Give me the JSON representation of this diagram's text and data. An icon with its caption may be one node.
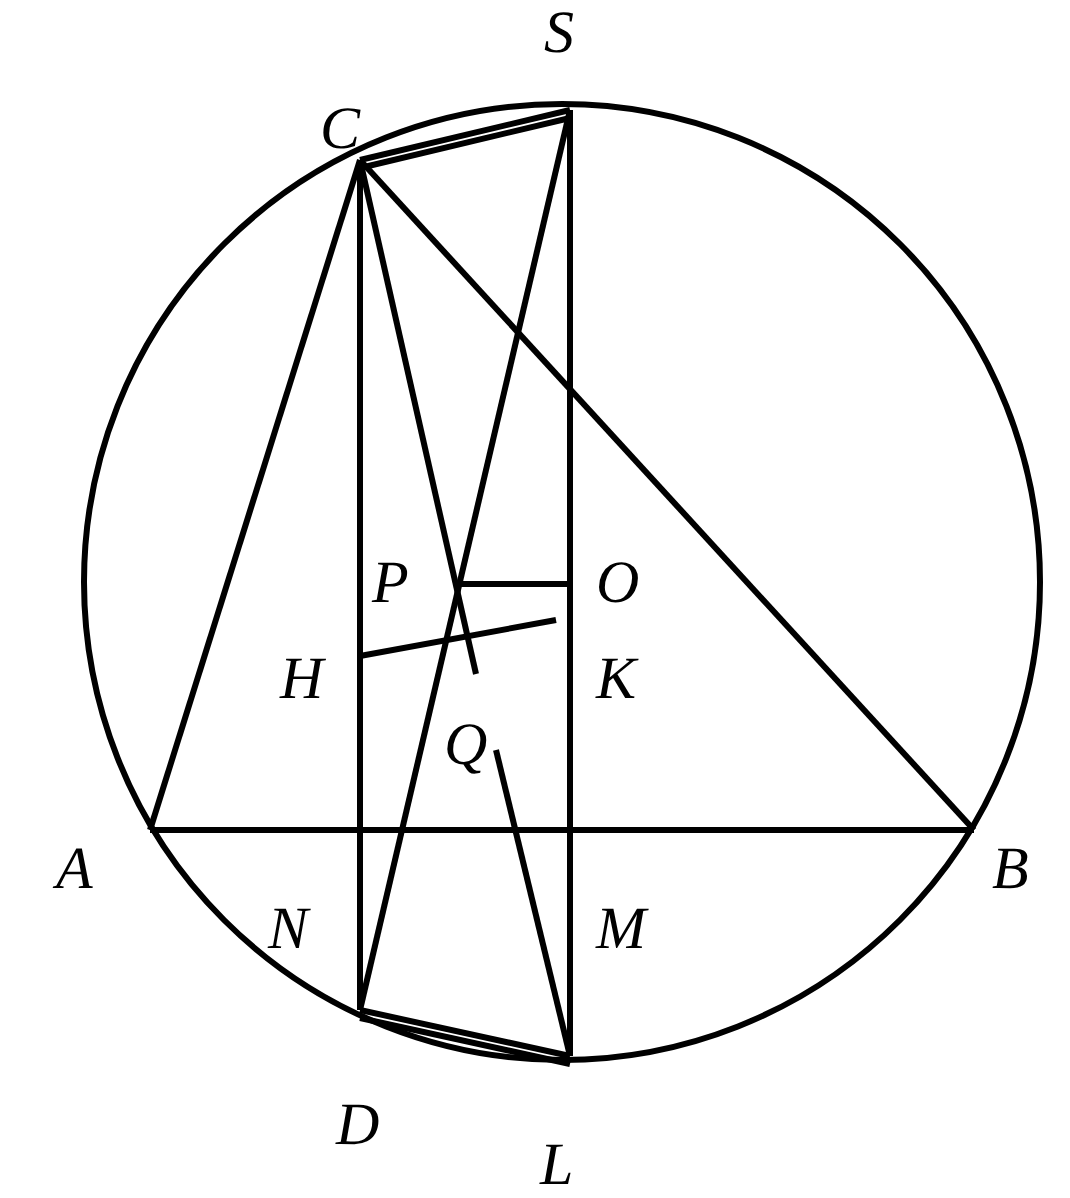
{
  "diagram": {
    "labels": [
      "C",
      "S",
      "P",
      "O",
      "H",
      "K",
      "Q",
      "A",
      "B",
      "N",
      "M",
      "D",
      "L"
    ]
  }
}
